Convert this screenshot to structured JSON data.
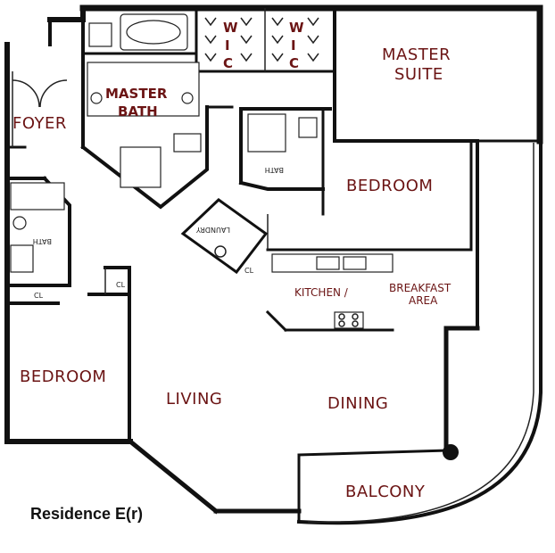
{
  "caption": "Residence E(r)",
  "rooms": {
    "master_suite_1": "MASTER",
    "master_suite_2": "SUITE",
    "master_bath_1": "MASTER",
    "master_bath_2": "BATH",
    "foyer": "FOYER",
    "bedroom_east": "BEDROOM",
    "bedroom_west": "BEDROOM",
    "kitchen": "KITCHEN /",
    "breakfast_1": "BREAKFAST",
    "breakfast_2": "AREA",
    "living": "LIVING",
    "dining": "DINING",
    "balcony": "BALCONY",
    "wic_1": "WIC",
    "wic_2": "WIC"
  },
  "small_labels": {
    "laundry": "LAUNDRY",
    "bath_east": "BATH",
    "bath_west": "BATH",
    "closet": "CL"
  },
  "colors": {
    "label": "#6b1414",
    "wall": "#111111"
  }
}
